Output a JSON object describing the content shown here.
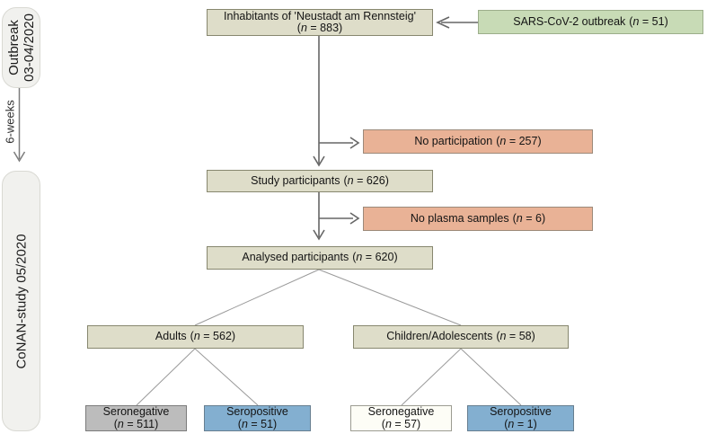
{
  "meta": {
    "open": "(",
    "n": "n",
    "eq": " = ",
    "close": ")"
  },
  "sidebar": {
    "outbreak_period": {
      "line1": "Outbreak",
      "line2": "03-04/2020"
    },
    "interval_label": "6-weeks",
    "study_period": "CoNAN-study 05/2020"
  },
  "flow": {
    "inhabitants": {
      "label": "Inhabitants of 'Neustadt am Rennsteig'",
      "n": "883"
    },
    "outbreak": {
      "label": "SARS-CoV-2 outbreak",
      "n": "51"
    },
    "no_participation": {
      "label": "No participation",
      "n": "257"
    },
    "study_participants": {
      "label": "Study participants",
      "n": "626"
    },
    "no_plasma": {
      "label": "No plasma samples",
      "n": "6"
    },
    "analysed": {
      "label": "Analysed participants",
      "n": "620"
    },
    "adults": {
      "label": "Adults",
      "n": "562"
    },
    "children": {
      "label": "Children/Adolescents",
      "n": "58"
    },
    "adults_seronegative": {
      "label": "Seronegative",
      "n": "511"
    },
    "adults_seropositive": {
      "label": "Seropositive",
      "n": "51"
    },
    "children_seronegative": {
      "label": "Seronegative",
      "n": "57"
    },
    "children_seropositive": {
      "label": "Seropositive",
      "n": "1"
    }
  },
  "colors": {
    "population_box": "#deddc9",
    "outbreak_box": "#c8dbb6",
    "exclusion_box": "#e9b296",
    "seronegative_adults_box": "#bcbcbc",
    "seronegative_children_box": "#fdfdf6",
    "seropositive_box": "#83afd0",
    "sidebar_pill": "#f1f1ee",
    "arrow": "#666666"
  }
}
